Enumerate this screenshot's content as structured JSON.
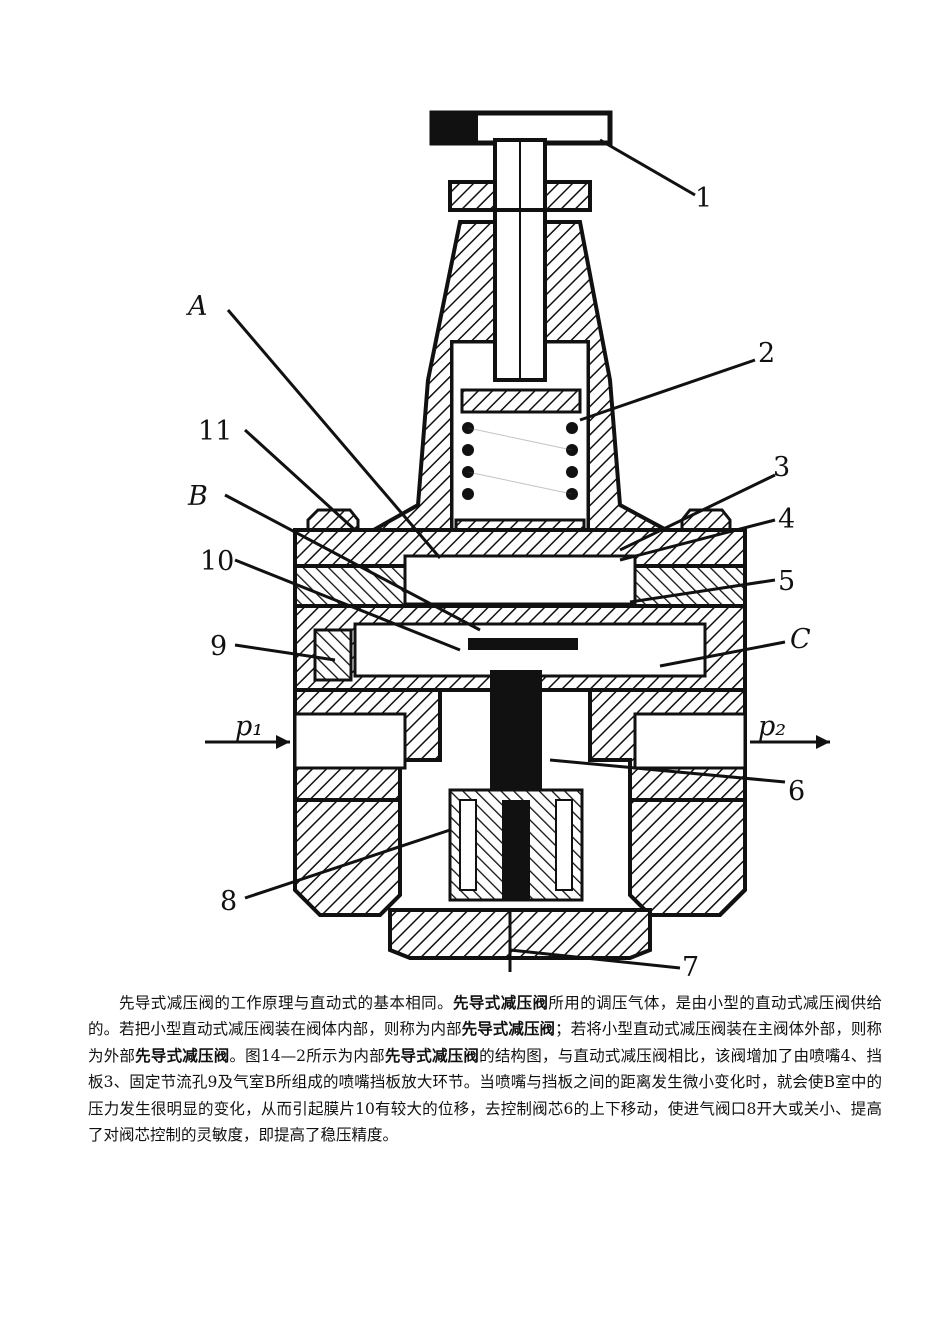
{
  "figure": {
    "labels": {
      "n1": "1",
      "n2": "2",
      "n3": "3",
      "n4": "4",
      "n5": "5",
      "n6": "6",
      "n7": "7",
      "n8": "8",
      "n9": "9",
      "n10": "10",
      "n11": "11",
      "A": "A",
      "B": "B",
      "C": "C",
      "p1": "p₁",
      "p2": "p₂"
    }
  },
  "paragraph": {
    "s1": "先导式减压阀的工作原理与直动式的基本相同。",
    "b1": "先导式减压阀",
    "s2": "所用的调压气体，是由小型的直动式减压阀供给的。若把小型直动式减压阀装在阀体内部，则称为内部",
    "b2": "先导式减压阀",
    "s3": "；若将小型直动式减压阀装在主阀体外部，则称为外部",
    "b3": "先导式减压阀",
    "s4": "。图14—2所示为内部",
    "b4": "先导式减压阀",
    "s5": "的结构图，与直动式减压阀相比，该阀增加了由喷嘴4、挡板3、固定节流孔9及气室B所组成的喷嘴挡板放大环节。当喷嘴与挡板之间的距离发生微小变化时，就会使B室中的压力发生很明显的变化，从而引起膜片10有较大的位移，去控制阀芯6的上下移动，使进气阀口8开大或关小、提高了对阀芯控制的灵敏度，即提高了稳压精度。"
  }
}
